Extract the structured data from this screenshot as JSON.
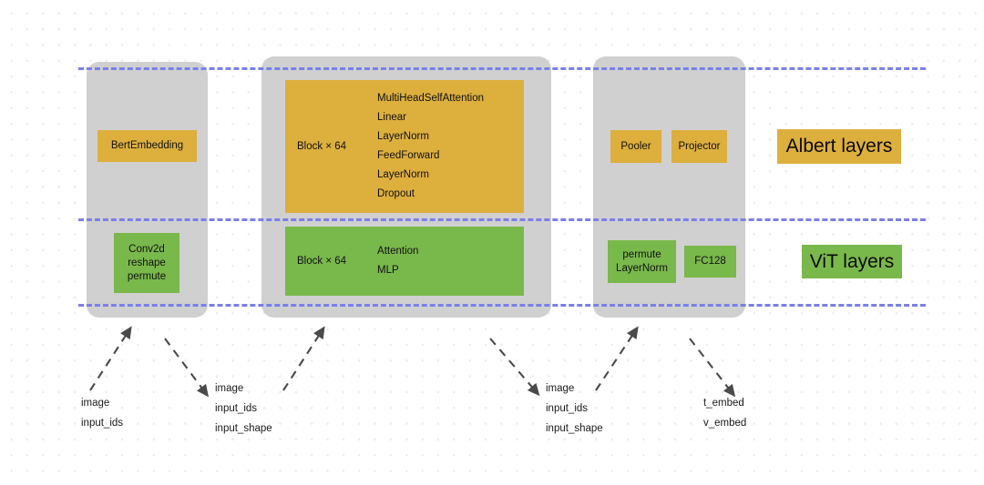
{
  "diagram": {
    "title": "Albert / ViT layer architecture diagram",
    "colors": {
      "orange": "#ddaf3d",
      "green": "#79b84b",
      "group_gray": "#d0d0d0",
      "dashed_rule": "#7b7fe8",
      "background": "#ffffff",
      "grid_dot": "#ececec"
    },
    "legend": [
      {
        "label": "Albert layers",
        "color": "#ddaf3d",
        "name": "legend-albert-layers"
      },
      {
        "label": "ViT layers",
        "color": "#79b84b",
        "name": "legend-vit-layers"
      }
    ],
    "stages": [
      {
        "name": "embedding-stage",
        "albert_node": {
          "lines": [
            "BertEmbedding"
          ]
        },
        "vit_node": {
          "lines": [
            "Conv2d",
            "reshape",
            "permute"
          ]
        }
      },
      {
        "name": "encoder-stage",
        "albert_block": {
          "caption": "Block × 64",
          "items": [
            "MultiHeadSelfAttention",
            "Linear",
            "LayerNorm",
            "FeedForward",
            "LayerNorm",
            "Dropout"
          ]
        },
        "vit_block": {
          "caption": "Block × 64",
          "items": [
            "Attention",
            "MLP"
          ]
        }
      },
      {
        "name": "head-stage",
        "albert_nodes": [
          {
            "lines": [
              "Pooler"
            ]
          },
          {
            "lines": [
              "Projector"
            ]
          }
        ],
        "vit_nodes": [
          {
            "lines": [
              "permute",
              "LayerNorm"
            ]
          },
          {
            "lines": [
              "FC128"
            ]
          }
        ]
      }
    ],
    "annotations": [
      {
        "name": "annotation-stage1-input",
        "lines": [
          "image",
          "input_ids"
        ]
      },
      {
        "name": "annotation-stage2-input",
        "lines": [
          "image",
          "input_ids",
          "input_shape"
        ]
      },
      {
        "name": "annotation-stage3-input",
        "lines": [
          "image",
          "input_ids",
          "input_shape"
        ]
      },
      {
        "name": "annotation-stage3-output",
        "lines": [
          "t_embed",
          "v_embed"
        ]
      }
    ]
  }
}
